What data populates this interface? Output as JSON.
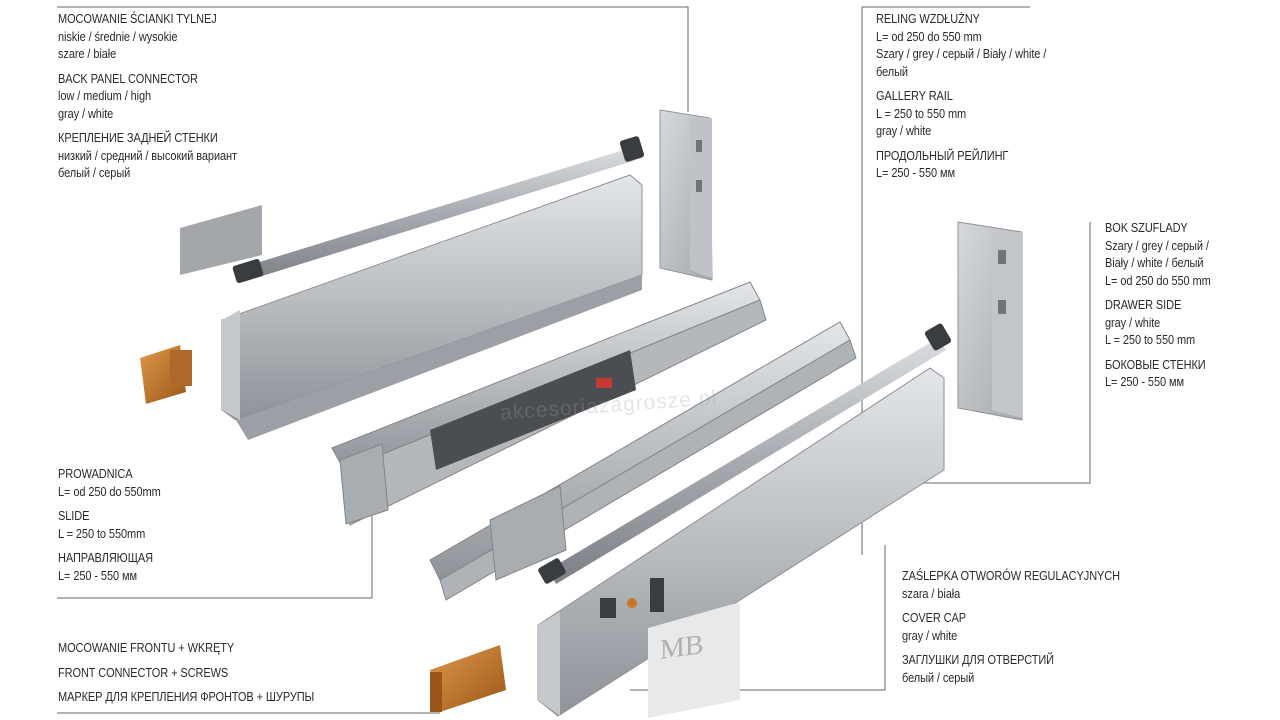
{
  "labels": {
    "back_panel_connector": {
      "pl": [
        "MOCOWANIE ŚCIANKI TYLNEJ",
        "niskie / średnie / wysokie",
        "szare / białe"
      ],
      "en": [
        "BACK PANEL CONNECTOR",
        "low / medium / high",
        "gray / white"
      ],
      "ru": [
        "КРЕПЛЕНИЕ ЗАДНЕЙ СТЕНКИ",
        "низкий / средний / высокий вариант",
        "белый / серый"
      ]
    },
    "gallery_rail": {
      "pl": [
        "RELING WZDŁUŻNY",
        "L= od 250 do 550 mm",
        "Szary / grey / серый / Biały / white /",
        "белый"
      ],
      "en": [
        "GALLERY RAIL",
        "L = 250 to 550 mm",
        "gray / white"
      ],
      "ru": [
        "ПРОДОЛЬНЫЙ РЕЙЛИНГ",
        "L= 250 - 550 мм"
      ]
    },
    "drawer_side": {
      "pl": [
        "BOK SZUFLADY",
        "Szary / grey / серый /",
        "Biały / white / белый",
        "L= od 250 do 550 mm"
      ],
      "en": [
        "DRAWER SIDE",
        "gray / white",
        "L = 250 to 550 mm"
      ],
      "ru": [
        "БОКОВЫЕ СТЕНКИ",
        "L= 250 - 550 мм"
      ]
    },
    "slide": {
      "pl": [
        "PROWADNICA",
        "L= od 250 do 550mm"
      ],
      "en": [
        "SLIDE",
        "L = 250 to 550mm"
      ],
      "ru": [
        "НАПРАВЛЯЮЩАЯ",
        "L= 250 - 550 мм"
      ]
    },
    "cover_cap": {
      "pl": [
        "ZAŚLEPKA OTWORÓW REGULACYJNYCH",
        "szara / biała"
      ],
      "en": [
        "COVER CAP",
        "gray / white"
      ],
      "ru": [
        "ЗАГЛУШКИ ДЛЯ ОТВЕРСТИЙ",
        "белый / серый"
      ]
    },
    "front_connector": {
      "pl": [
        "MOCOWANIE FRONTU + WKRĘTY"
      ],
      "en": [
        "FRONT CONNECTOR + SCREWS"
      ],
      "ru": [
        "МАРКЕР ДЛЯ КРЕПЛЕНИЯ ФРОНТОВ + ШУРУПЫ"
      ]
    }
  },
  "watermark": "akcesoriazagrosze.pl",
  "logo": "MB",
  "colors": {
    "metal_light": "#c9cdd1",
    "metal_mid": "#a9aeb3",
    "metal_dark": "#7e8489",
    "panel_gray": "#b8bcc0",
    "connector_orange": "#c9782b",
    "plastic_dark": "#3a3d40",
    "leader_line": "#6a6a6a"
  }
}
